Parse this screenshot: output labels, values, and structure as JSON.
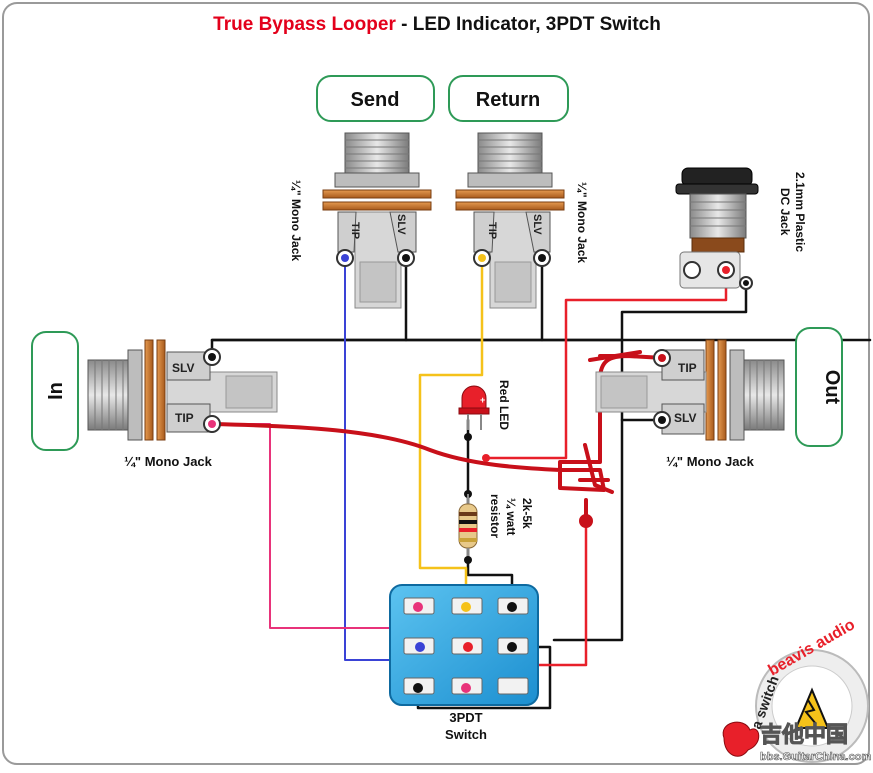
{
  "title": {
    "main": "True Bypass Looper",
    "sub": " - LED Indicator, 3PDT Switch"
  },
  "buttons": {
    "send": "Send",
    "return": "Return",
    "in": "In",
    "out": "Out"
  },
  "labels": {
    "send_jack": "¼\" Mono Jack",
    "return_jack": "¼\" Mono Jack",
    "in_jack": "¼\" Mono Jack",
    "out_jack": "¼\" Mono Jack",
    "dc_jack_line1": "2.1mm Plastic",
    "dc_jack_line2": "DC Jack",
    "led": "Red LED",
    "resistor_line1": "2k-5k",
    "resistor_line2": "¼ watt",
    "resistor_line3": "resistor",
    "switch_line1": "3PDT",
    "switch_line2": "Switch",
    "tip": "TIP",
    "slv": "SLV",
    "led_plus": "+"
  },
  "logo": {
    "brand": "beavis audio",
    "tagline": "a switch",
    "watermark_cn": "吉他中国",
    "watermark_url": "bbs.GuitarChina.com"
  },
  "colors": {
    "frame": "#9a9a9a",
    "title_red": "#e3001b",
    "button_border": "#2e9a57",
    "wire_black": "#111111",
    "wire_red": "#e8202a",
    "wire_blue": "#3a43d6",
    "wire_yellow": "#f5c21a",
    "wire_pink": "#e8337a",
    "handdrawn": "#c8101a",
    "switch_blue": "#29a8e6",
    "jack_orange": "#c9742c"
  }
}
